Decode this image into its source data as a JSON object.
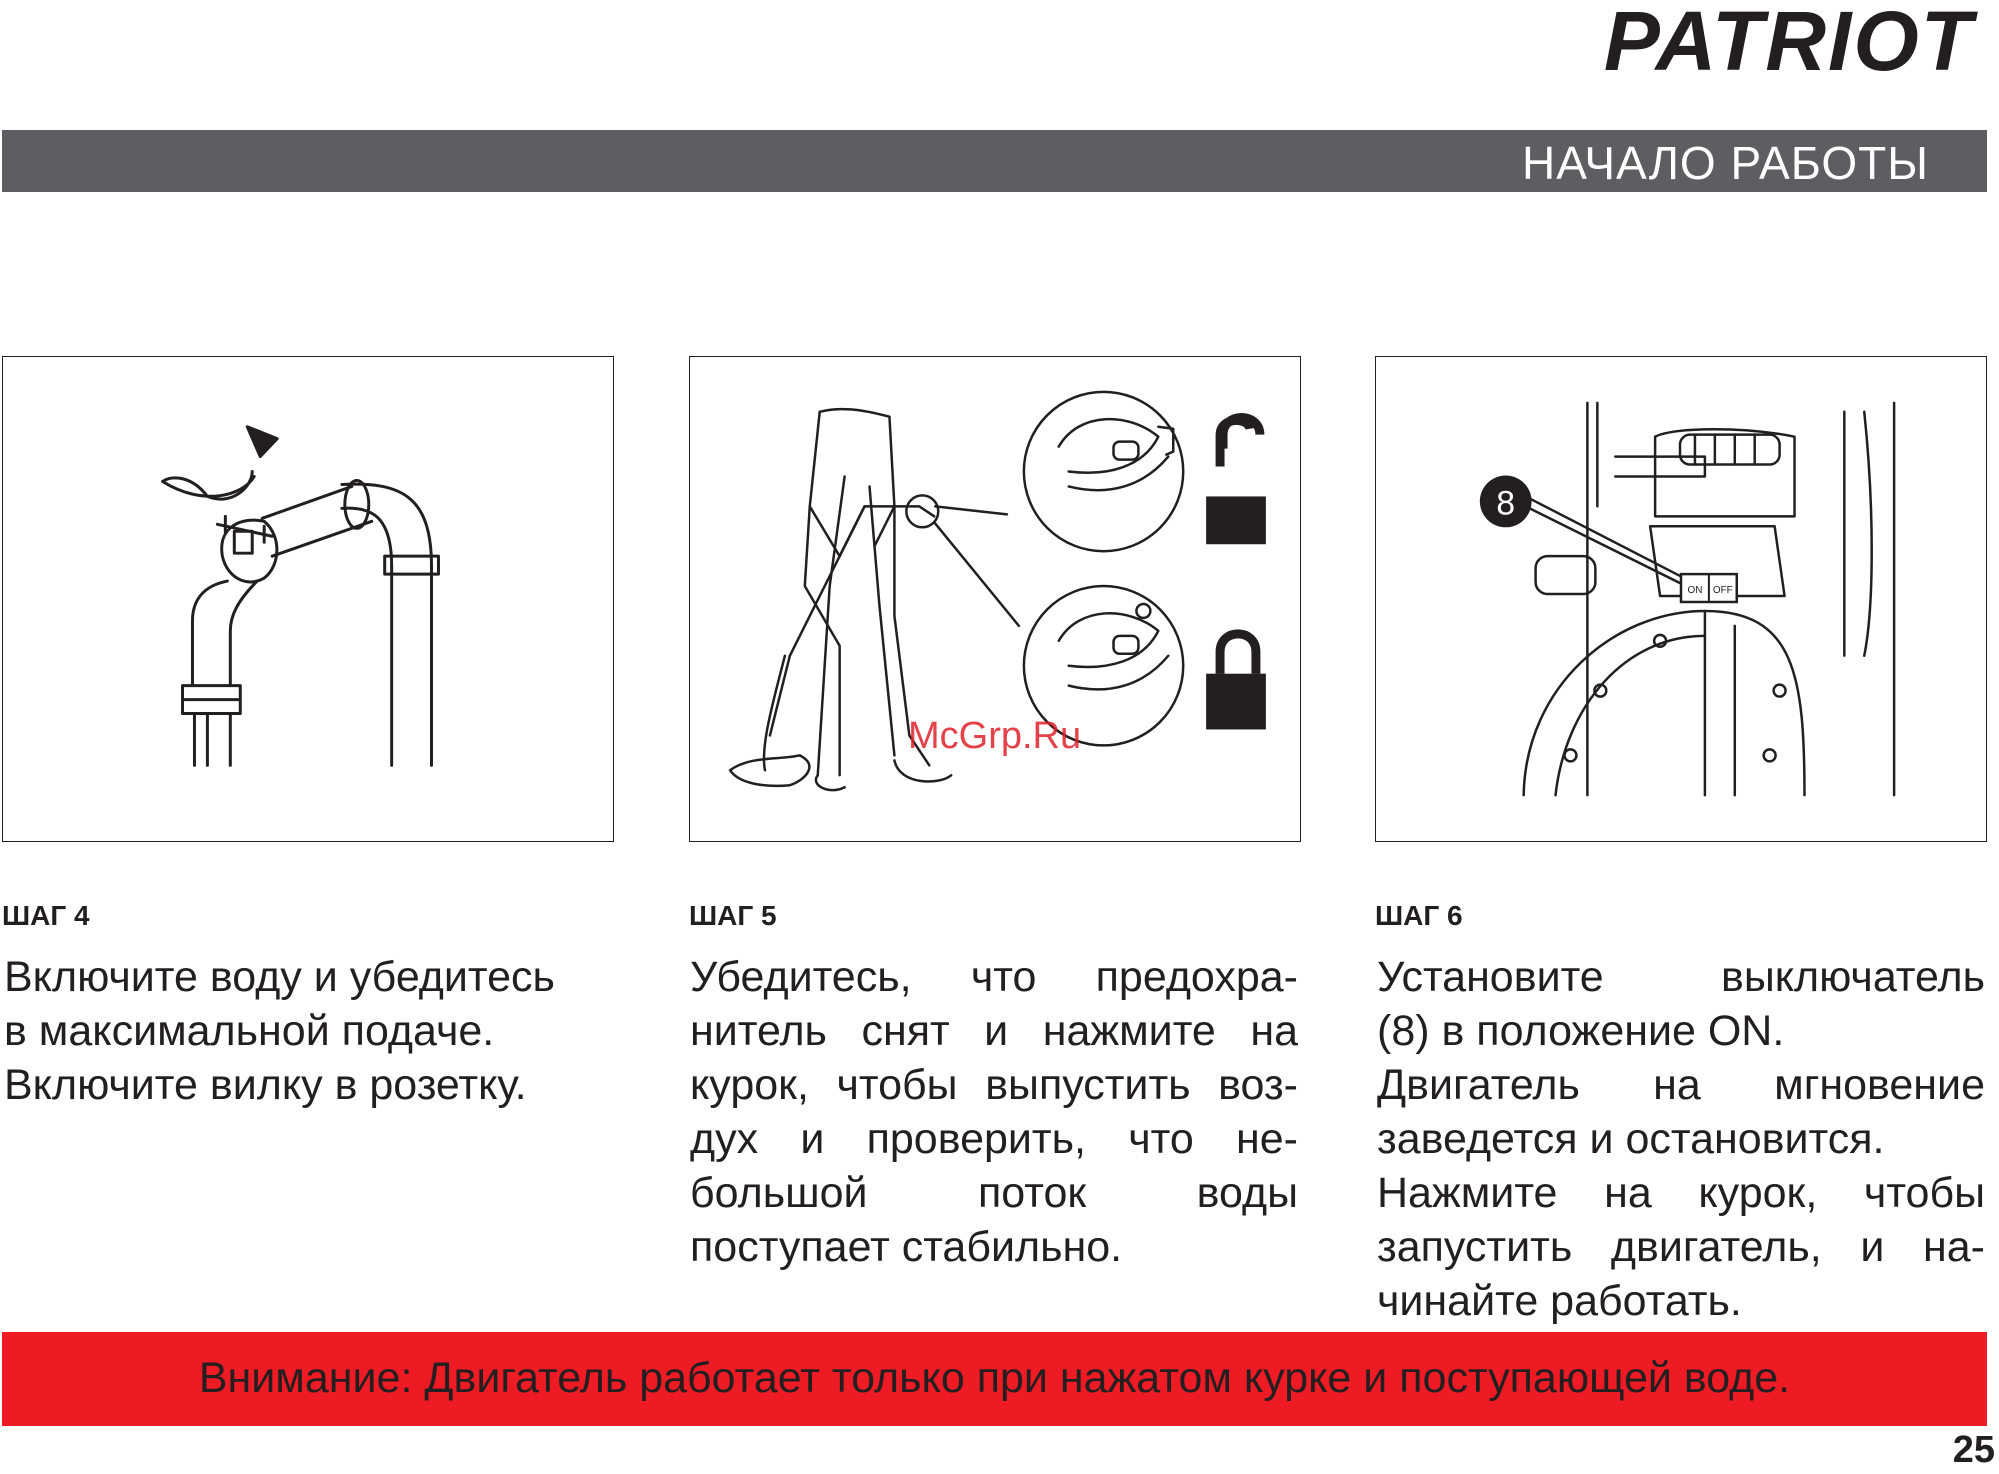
{
  "brand": {
    "logo": "PATRIOT"
  },
  "header": {
    "title": "НАЧАЛО  РАБОТЫ"
  },
  "steps": [
    {
      "label": "ШАГ 4",
      "lines": [
        "Включите воду и убедитесь",
        "в максимальной подаче.",
        "Включите вилку в розетку."
      ]
    },
    {
      "label": "ШАГ 5",
      "lines": [
        "Убедитесь, что предохра-",
        "нитель снят и нажмите на",
        "курок, чтобы выпустить воз-",
        "дух и проверить, что не-",
        "большой поток воды",
        "поступает стабильно."
      ]
    },
    {
      "label": "ШАГ 6",
      "lines": [
        "Установите выключатель",
        "(8) в положение ON.",
        "Двигатель на мгновение",
        "заведется и остановится.",
        "Нажмите на курок, чтобы",
        "запустить двигатель, и на-",
        "чинайте работать."
      ]
    }
  ],
  "figure_6": {
    "callout": "8",
    "switch_on": "ON",
    "switch_off": "OFF"
  },
  "warning": "Внимание: Двигатель работает только при нажатом курке и поступающей воде.",
  "watermark": "McGrp.Ru",
  "page_number": "25",
  "colors": {
    "header_bar": "#5d5e61",
    "warning_bar": "#ee1b24",
    "text": "#231f20"
  }
}
